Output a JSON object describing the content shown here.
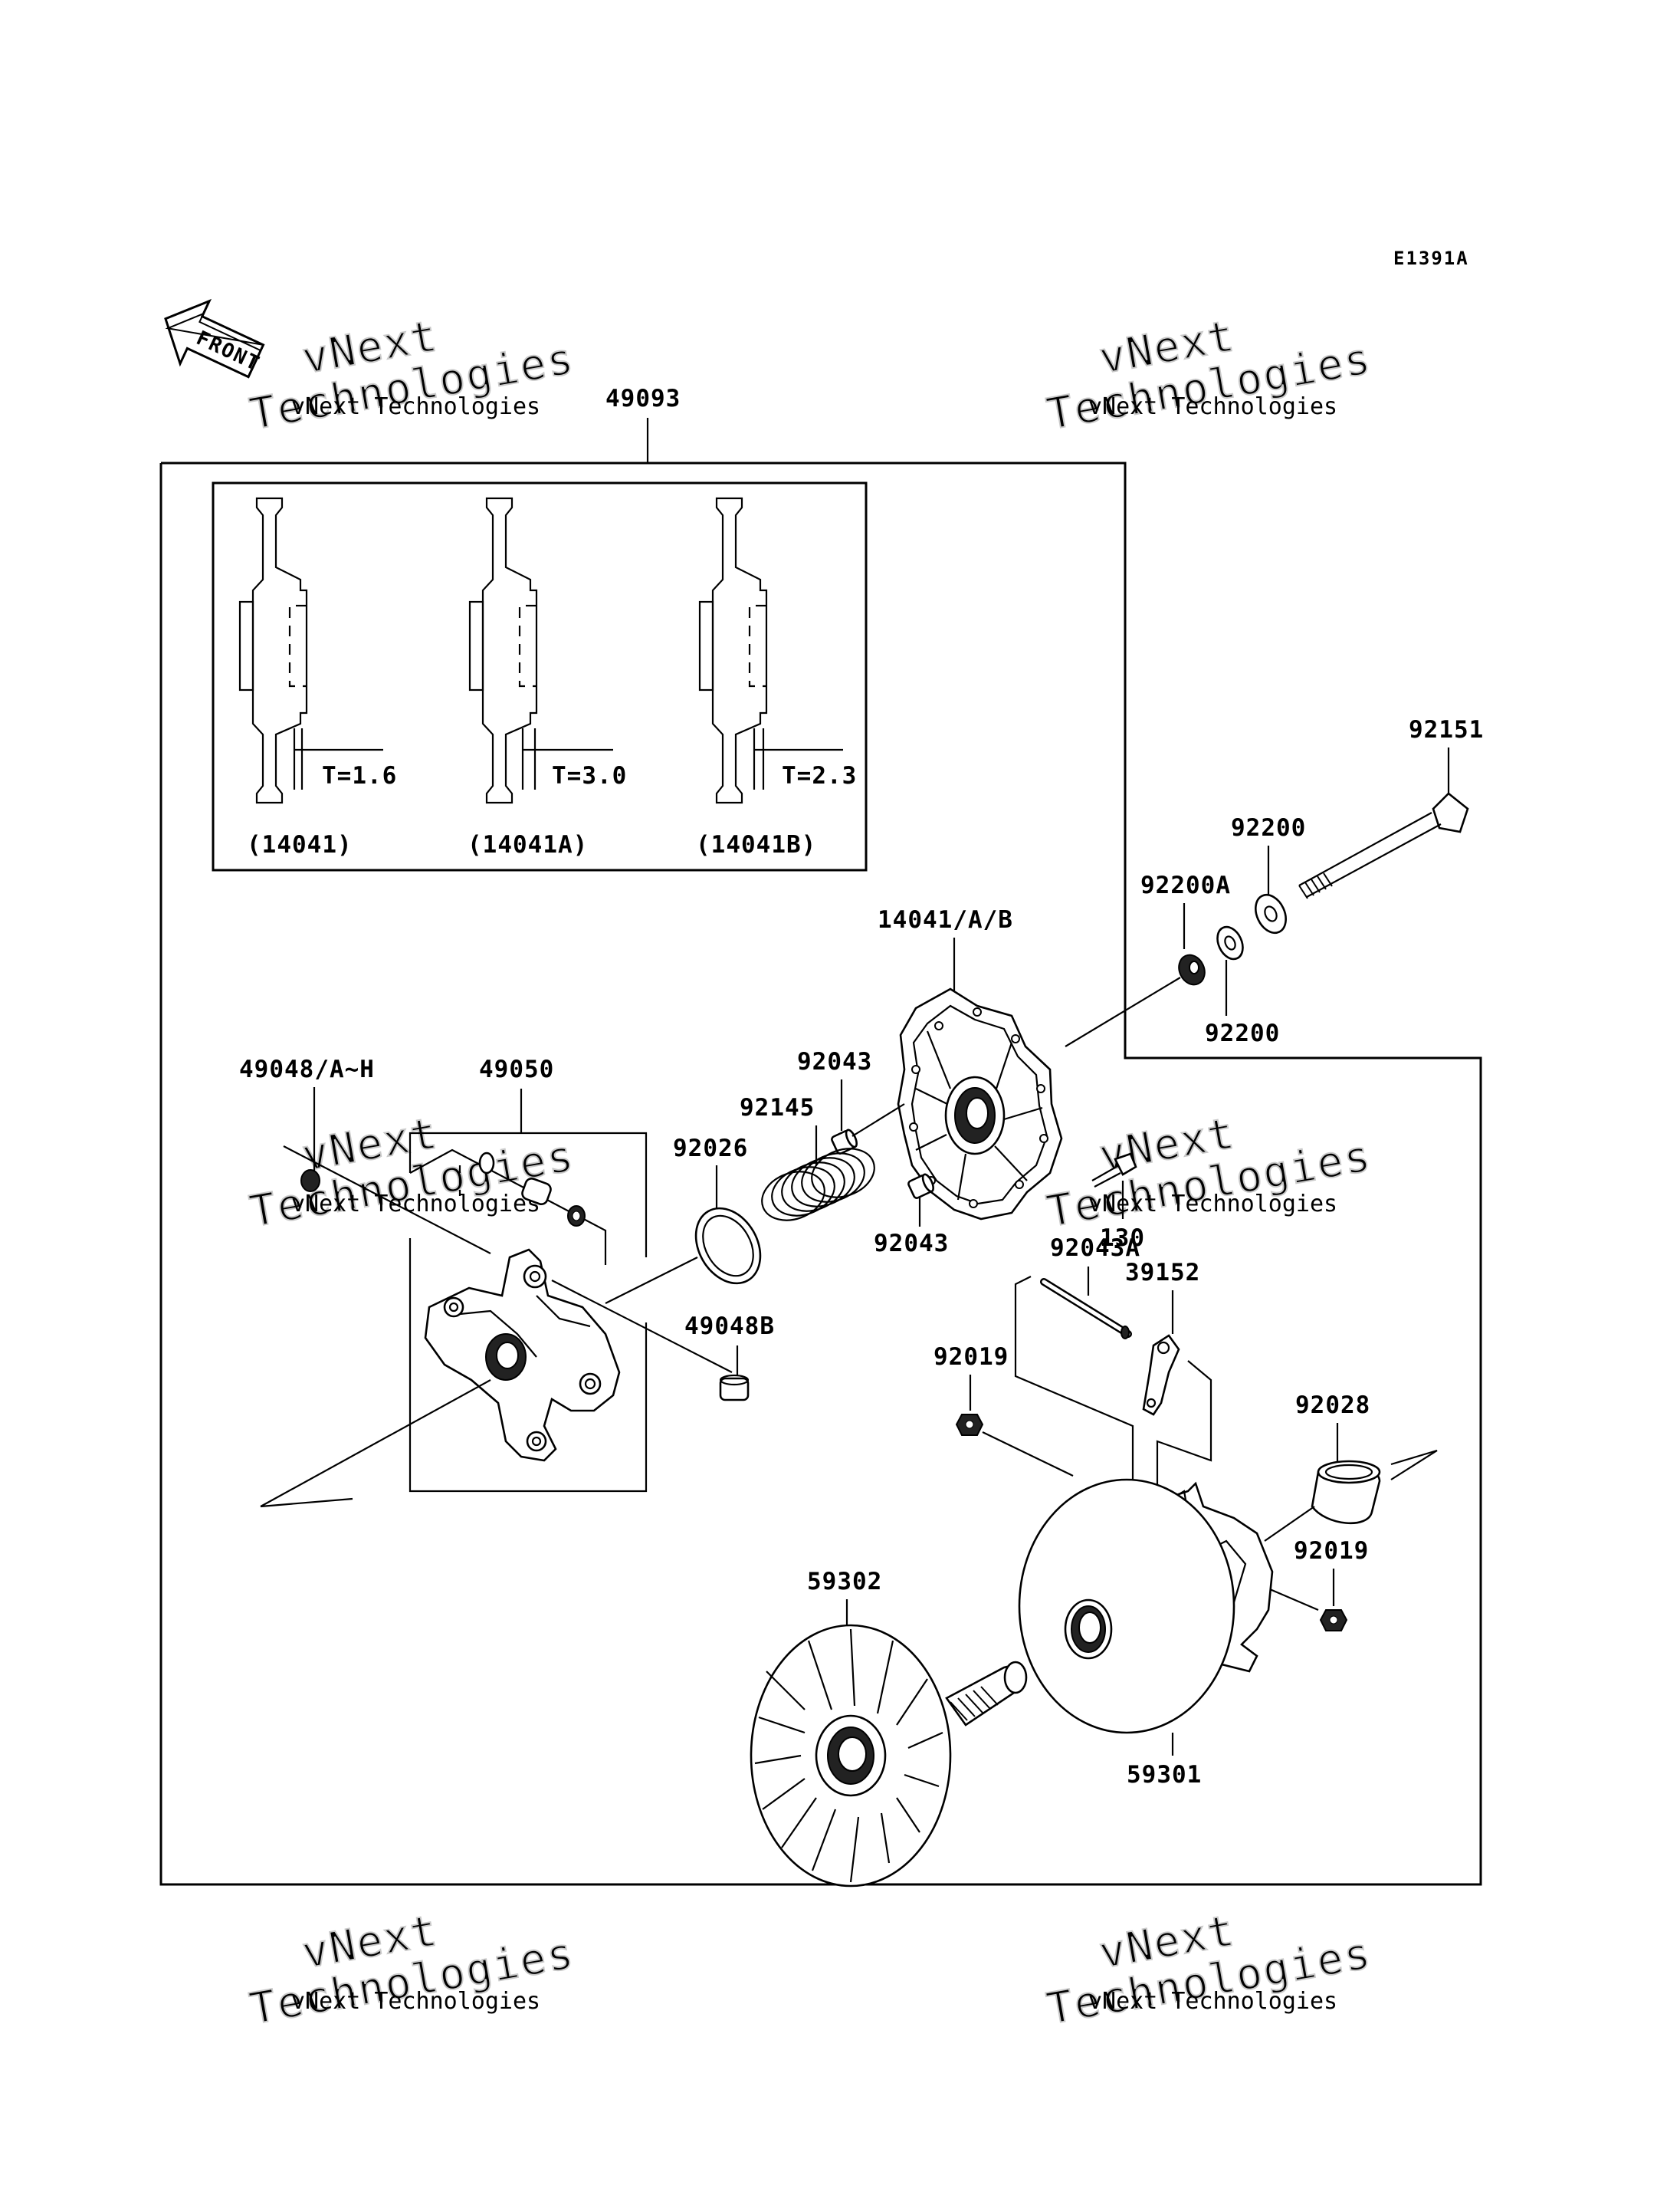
{
  "diagram_code": "E1391A",
  "front_label": "FRONT",
  "labels": {
    "p49093": "49093",
    "p92151": "92151",
    "p92200_top": "92200",
    "p92200A": "92200A",
    "p92200_bottom": "92200",
    "p14041AB": "14041/A/B",
    "p49048AH": "49048/A~H",
    "p49050": "49050",
    "p92043_top": "92043",
    "p92145": "92145",
    "p92026": "92026",
    "p92043_bottom": "92043",
    "p130": "130",
    "p92043A": "92043A",
    "p39152": "39152",
    "p49048B": "49048B",
    "p92019_left": "92019",
    "p92028": "92028",
    "p92019_right": "92019",
    "p59302": "59302",
    "p59301": "59301"
  },
  "inset": {
    "variants": [
      {
        "thickness": "T=1.6",
        "part": "(14041)"
      },
      {
        "thickness": "T=3.0",
        "part": "(14041A)"
      },
      {
        "thickness": "T=2.3",
        "part": "(14041B)"
      }
    ]
  },
  "watermark": {
    "line1": "vNext",
    "line2": "Technologies",
    "caption": "vNext Technologies"
  }
}
